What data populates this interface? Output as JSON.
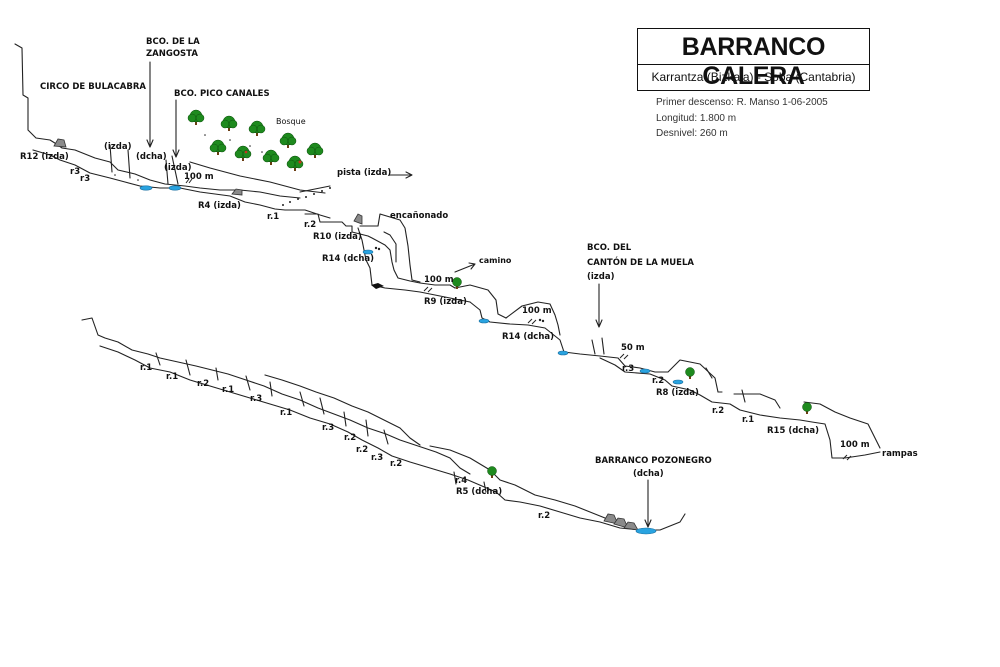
{
  "title": {
    "main": "BARRANCO CALERA",
    "subtitle": "Karrantza (Bizkaia) - Soba (Cantabria)"
  },
  "info": {
    "first_descent": "Primer descenso: R. Manso 1-06-2005",
    "length": "Longitud: 1.800 m",
    "drop": "Desnivel: 260 m"
  },
  "labels": {
    "circo": "CIRCO DE BULACABRA",
    "zangosta_1": "BCO. DE LA",
    "zangosta_2": "ZANGOSTA",
    "pico_canales": "BCO. PICO CANALES",
    "bosque": "Bosque",
    "r12": "R12 (izda)",
    "izda_1": "(izda)",
    "dcha_1": "(dcha)",
    "izda_2": "(izda)",
    "r3_a": "r3",
    "r3_b": "r3",
    "d100_a": "100 m",
    "pista": "pista (izda)",
    "r4": "R4 (izda)",
    "r1_a": "r.1",
    "r2_a": "r.2",
    "encanonado": "encañonado",
    "r10": "R10 (izda)",
    "r14_a": "R14 (dcha)",
    "d100_b": "100 m",
    "camino": "camino",
    "r9": "R9 (izda)",
    "d100_c": "100 m",
    "r14_b": "R14 (dcha)",
    "canton_1": "BCO. DEL",
    "canton_2": "CANTÓN DE LA MUELA",
    "canton_3": "(izda)",
    "d50": "50 m",
    "r3_c": "r.3",
    "r2_b": "r.2",
    "r8": "R8 (izda)",
    "r2_c": "r.2",
    "r1_b": "r.1",
    "r15": "R15 (dcha)",
    "d100_d": "100 m",
    "rampas": "rampas",
    "r1_c": "r.1",
    "r1_d": "r.1",
    "r2_d": "r.2",
    "r1_e": "r.1",
    "r3_d": "r.3",
    "r1_f": "r.1",
    "r3_e": "r.3",
    "r2_e": "r.2",
    "r2_f": "r.2",
    "r3_f": "r.3",
    "r2_g": "r.2",
    "r4_b": "r.4",
    "r5": "R5 (dcha)",
    "r2_h": "r.2",
    "pozonegro_1": "BARRANCO POZONEGRO",
    "pozonegro_2": "(dcha)"
  },
  "colors": {
    "water": "#29a3e0",
    "tree": "#1e8a1e",
    "rock": "#8a8a8a"
  }
}
